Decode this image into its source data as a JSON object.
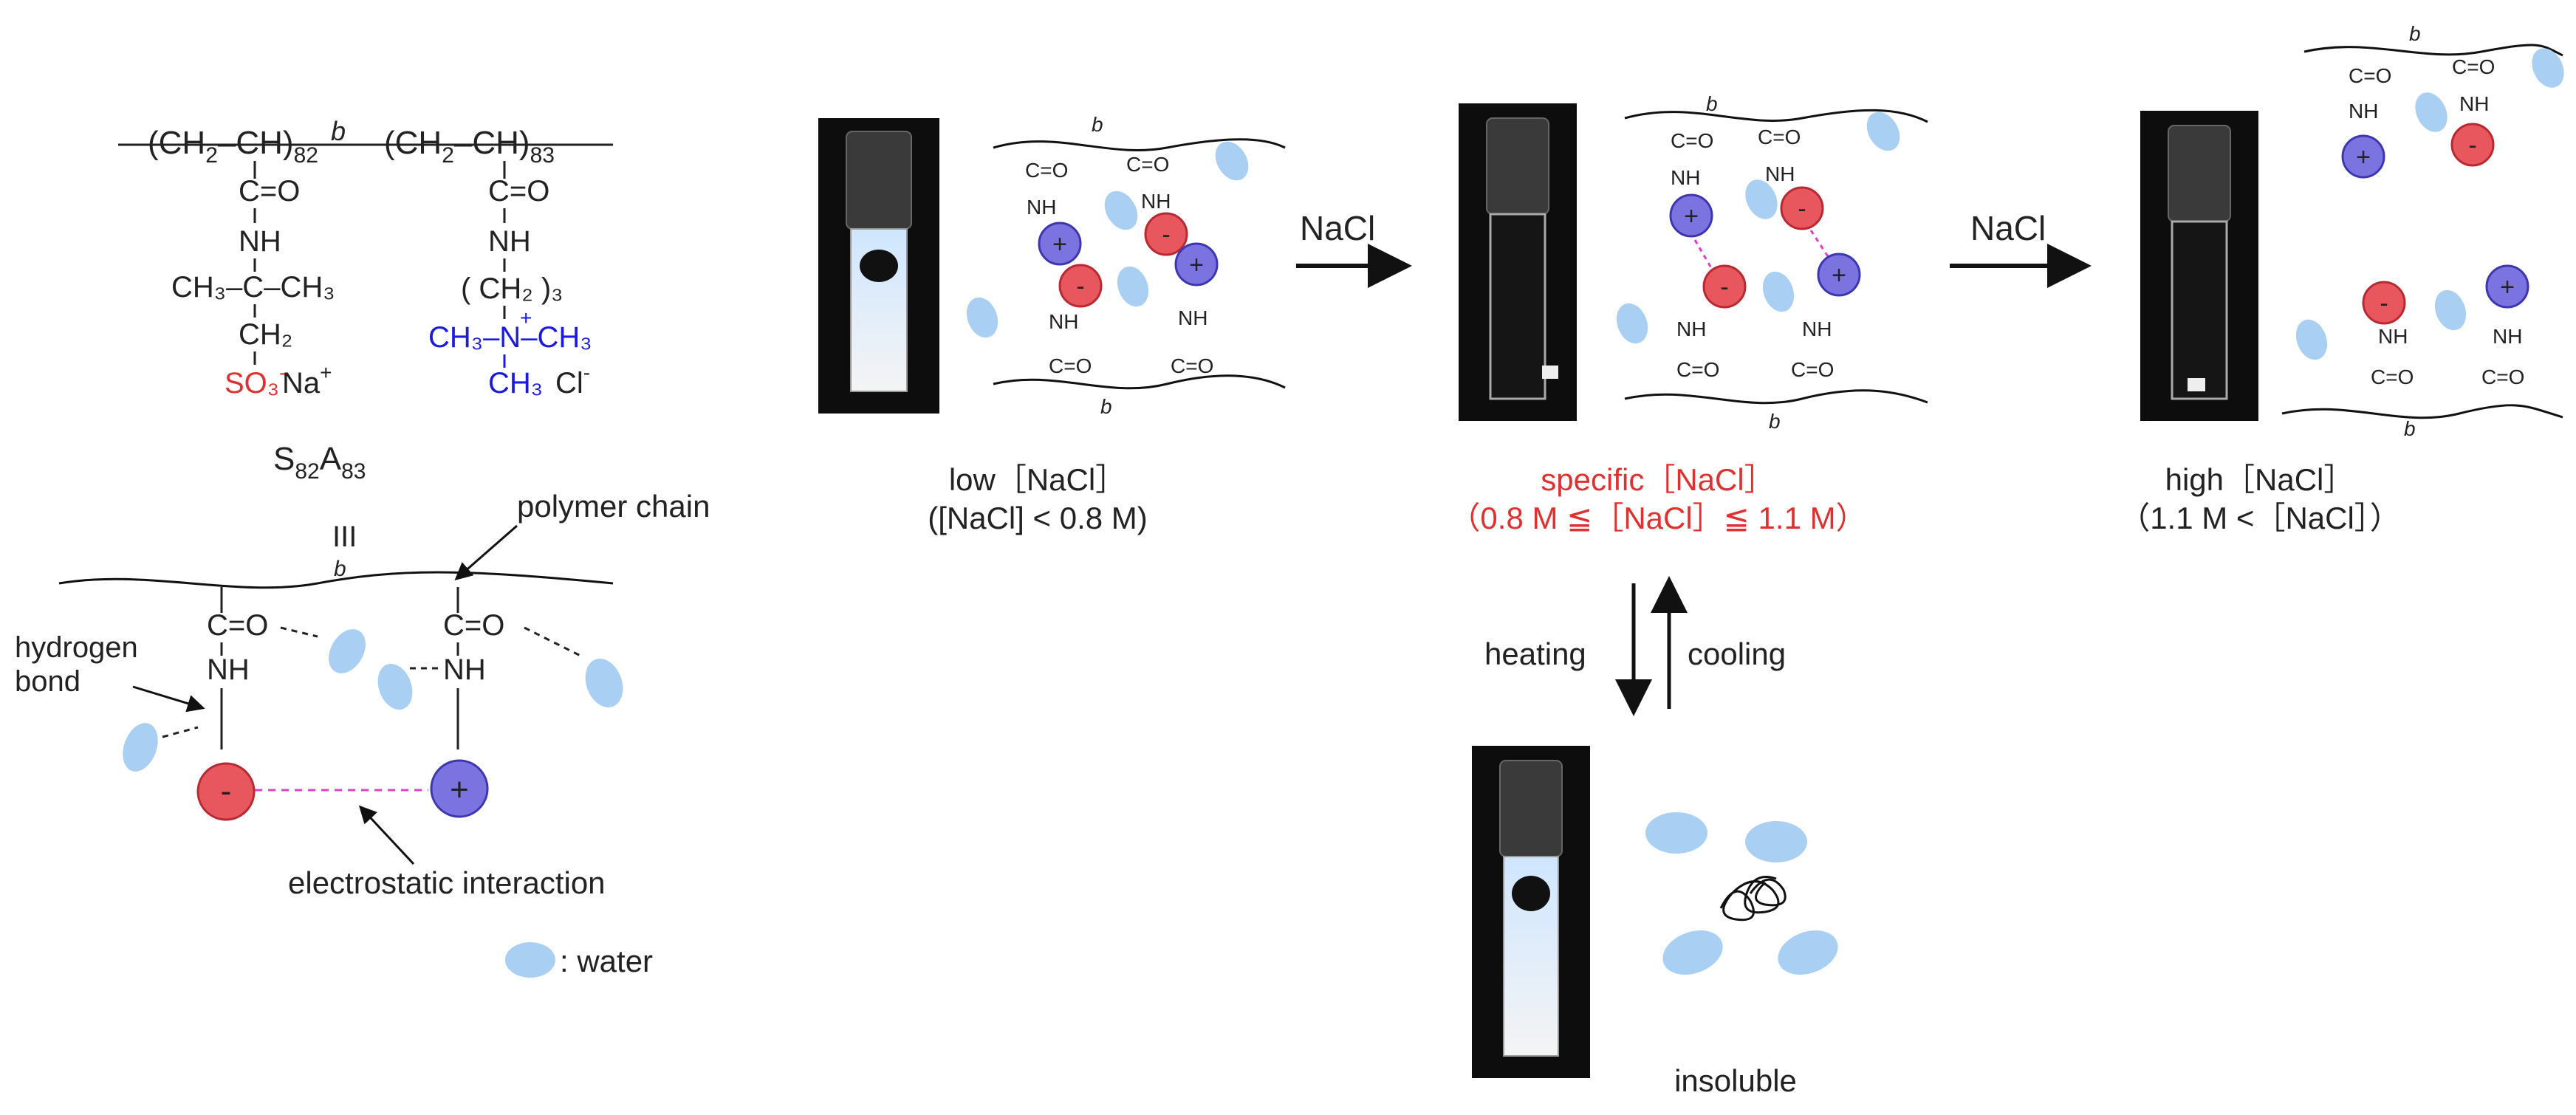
{
  "monomer": {
    "chain1": "(CH",
    "chain1_sub": "2",
    "chain1_b": "CH)",
    "chain1_n": "82",
    "b_label": "b",
    "chain2": "(CH",
    "chain2_sub": "2",
    "chain2_b": "CH)",
    "chain2_n": "83",
    "co": "C=O",
    "nh": "NH",
    "ch3_c_ch3": "CH₃–C–CH₃",
    "ch2": "CH₂",
    "so3": "SO₃",
    "na": "Na",
    "propyl": "( CH₂ )₃",
    "nme3": "CH₃–N–CH₃",
    "ch3_bottom": "CH₃",
    "cl": "Cl",
    "copolymer_name": "S",
    "copolymer_s_sub": "82",
    "copolymer_a": "A",
    "copolymer_a_sub": "83",
    "equiv": "III"
  },
  "legend": {
    "polymer_chain": "polymer chain",
    "hydrogen_bond_1": "hydrogen",
    "hydrogen_bond_2": "bond",
    "electrostatic": "electrostatic interaction",
    "water": ": water"
  },
  "states": {
    "low": {
      "line1": "low［NaCl］",
      "line2": "([NaCl] < 0.8 M)"
    },
    "specific": {
      "line1": "specific［NaCl］",
      "line2": "（0.8 M ≦［NaCl］≦ 1.1 M）"
    },
    "high": {
      "line1": "high［NaCl］",
      "line2": "（1.1 M <［NaCl］）"
    },
    "insoluble": "insoluble"
  },
  "arrows": {
    "nacl_1": "NaCl",
    "nacl_2": "NaCl",
    "heating": "heating",
    "cooling": "cooling"
  },
  "colors": {
    "anion": "#e8565e",
    "cation": "#7b74e0",
    "water": "#a9cff2",
    "electrostatic": "#e040c8",
    "accent_red": "#e03030",
    "accent_blue": "#1a1ae0"
  },
  "symbols": {
    "plus": "+",
    "minus": "-",
    "b": "b"
  }
}
